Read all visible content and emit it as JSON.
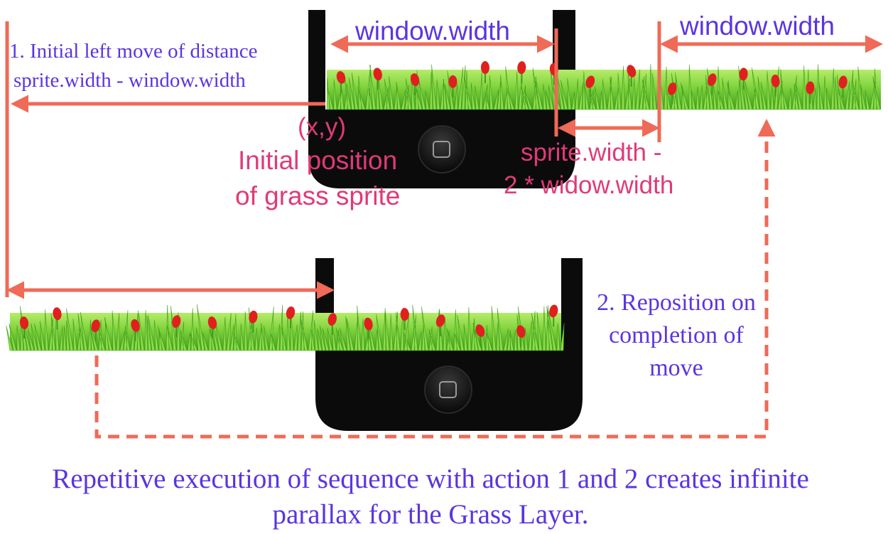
{
  "labels": {
    "window_width_top": "window.width",
    "window_width_right": "window.width",
    "step1_line1": "1. Initial left move of distance",
    "step1_line2": "sprite.width - window.width",
    "xy": "(x,y)",
    "initial_line1": "Initial position",
    "initial_line2": "of grass sprite",
    "sprite_gap_line1": "sprite.width -",
    "sprite_gap_line2": "2 * widow.width",
    "step2_line1": "2. Reposition on",
    "step2_line2": "completion of",
    "step2_line3": "move",
    "caption_line1": "Repetitive execution of sequence with action 1 and 2 creates infinite",
    "caption_line2": "parallax for the Grass Layer."
  },
  "colors": {
    "arrow": "#ef6a57",
    "blue_text": "#5a35e0",
    "pink_text": "#e03a78",
    "grass_light": "#8fdc4a",
    "grass_dark": "#3f9e1c",
    "tulip": "#e0201e",
    "phone": "#0b0b0b"
  },
  "icons": {
    "home_button": "home-button-icon",
    "tulip": "tulip-icon"
  }
}
